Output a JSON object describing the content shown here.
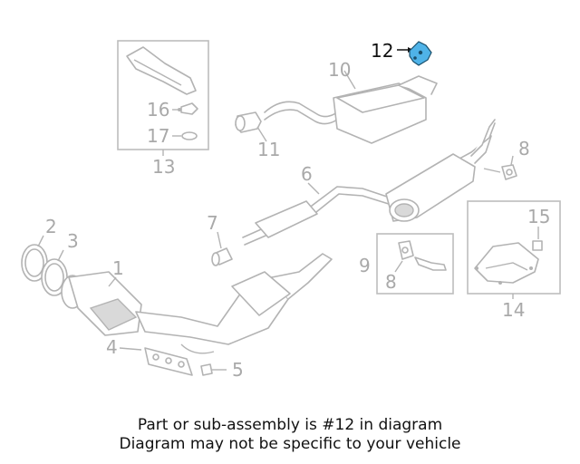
{
  "diagram": {
    "labels": {
      "l1": "1",
      "l2": "2",
      "l3": "3",
      "l4": "4",
      "l5": "5",
      "l6": "6",
      "l7": "7",
      "l8a": "8",
      "l8b": "8",
      "l9": "9",
      "l10": "10",
      "l11": "11",
      "l12": "12",
      "l13": "13",
      "l14": "14",
      "l15": "15",
      "l16": "16",
      "l17": "17"
    },
    "highlight_color": "#4fb3e8",
    "muted_color": "#b3b3b3"
  },
  "banner": {
    "line1": "Part or sub-assembly is #12 in diagram",
    "line2": "Diagram may not be specific to your vehicle",
    "bg_color": "#4dbdf5"
  }
}
